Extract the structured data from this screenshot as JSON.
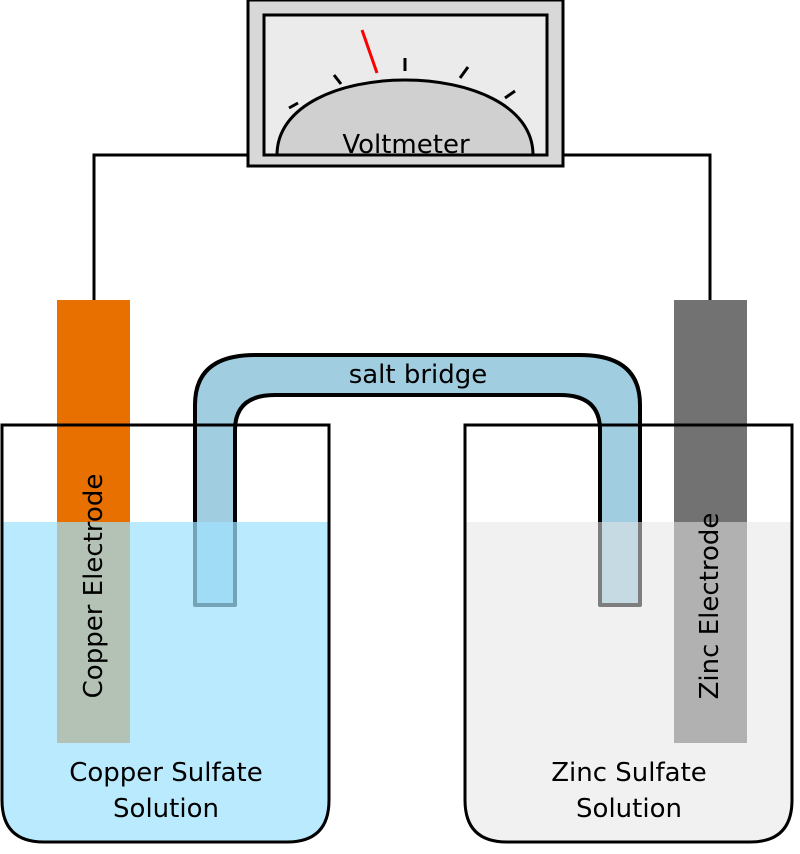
{
  "voltmeter": {
    "label": "Voltmeter"
  },
  "salt_bridge": {
    "label": "salt bridge"
  },
  "left_cell": {
    "electrode_label": "Copper Electrode",
    "solution_label_line1": "Copper Sulfate",
    "solution_label_line2": "Solution"
  },
  "right_cell": {
    "electrode_label": "Zinc Electrode",
    "solution_label_line1": "Zinc Sulfate",
    "solution_label_line2": "Solution"
  },
  "colors": {
    "copper": "#e87000",
    "zinc": "#727272",
    "copper_sulfate_solution": "#a0e2fc",
    "zinc_sulfate_solution": "#e6e6e6",
    "salt_bridge": "#a0cde0",
    "needle": "#ff0000",
    "meter_case": "#d8d8d8"
  }
}
